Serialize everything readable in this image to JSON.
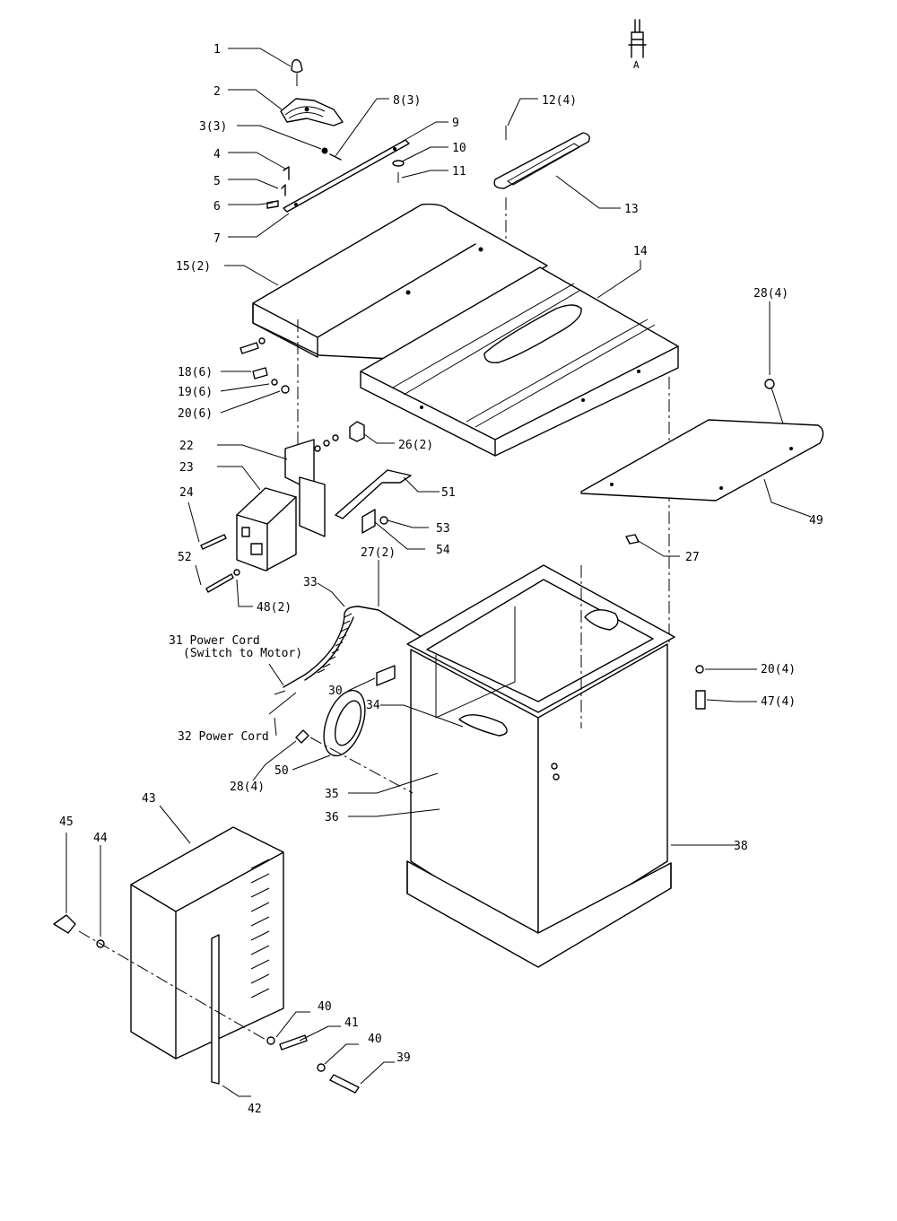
{
  "diagram": {
    "corner_mark": "A",
    "labels": {
      "l1": "1",
      "l2": "2",
      "l3": "3(3)",
      "l4": "4",
      "l5": "5",
      "l6": "6",
      "l7": "7",
      "l8": "8(3)",
      "l9": "9",
      "l10": "10",
      "l11": "11",
      "l12": "12(4)",
      "l13": "13",
      "l14": "14",
      "l15": "15(2)",
      "l18": "18(6)",
      "l19": "19(6)",
      "l20a": "20(6)",
      "l22": "22",
      "l23": "23",
      "l24": "24",
      "l26": "26(2)",
      "l51": "51",
      "l53": "53",
      "l54": "54",
      "l52": "52",
      "l48": "48(2)",
      "l27a": "27(2)",
      "l33": "33",
      "l31a": "31 Power Cord",
      "l31b": "(Switch to Motor)",
      "l30": "30",
      "l34": "34",
      "l32": "32 Power Cord",
      "l28a": "28(4)",
      "l50": "50",
      "l35": "35",
      "l36": "36",
      "l38": "38",
      "l27b": "27",
      "l20b": "20(4)",
      "l47": "47(4)",
      "l28b": "28(4)",
      "l49": "49",
      "l43": "43",
      "l45": "45",
      "l44": "44",
      "l40a": "40",
      "l41": "41",
      "l40b": "40",
      "l39": "39",
      "l42": "42"
    }
  }
}
